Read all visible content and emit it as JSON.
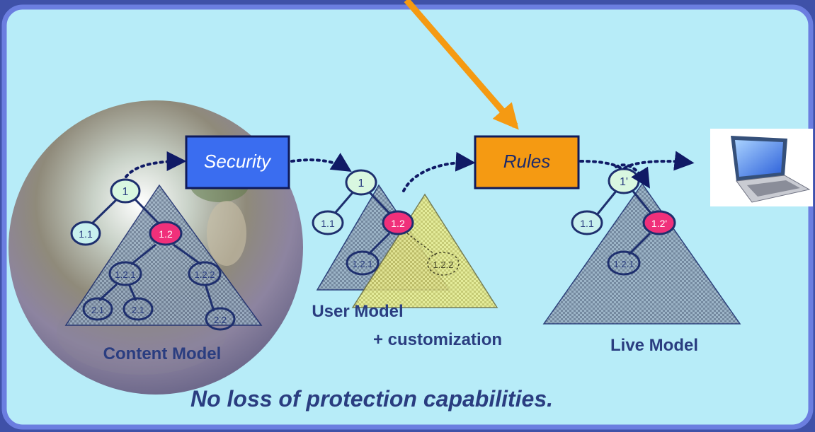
{
  "boxes": {
    "security": "Security",
    "rules": "Rules"
  },
  "models": {
    "content": "Content Model",
    "user_line1": "User Model",
    "user_line2": "+ customization",
    "live": "Live Model"
  },
  "content_tree": {
    "root": "1",
    "n11": "1.1",
    "n12": "1.2",
    "n121": "1.2.1",
    "n122": "1.2.2",
    "leaf_a": "2.1",
    "leaf_b": "2.1",
    "leaf_c": "2.2"
  },
  "user_tree": {
    "root": "1",
    "n11": "1.1",
    "n12": "1.2",
    "n121": "1.2.1",
    "n122": "1.2.2"
  },
  "live_tree": {
    "root": "1'",
    "n11": "1.1",
    "n12": "1.2'",
    "n121": "1.2.1"
  },
  "tagline": "No loss of protection capabilities.",
  "colors": {
    "background": "#3f51a8",
    "panel": "#b7ecf8",
    "panel_border": "#6b7ee0",
    "security_box": "#3a6df0",
    "rules_box": "#f59a12",
    "arrow_orange": "#f59a12",
    "node_highlight": "#f0307a",
    "node_normal": "#d9f7e0",
    "navy": "#1e2f6e",
    "text": "#2a3d80"
  },
  "icons": {
    "globe": "earth-globe-icon",
    "laptop": "laptop-icon"
  }
}
